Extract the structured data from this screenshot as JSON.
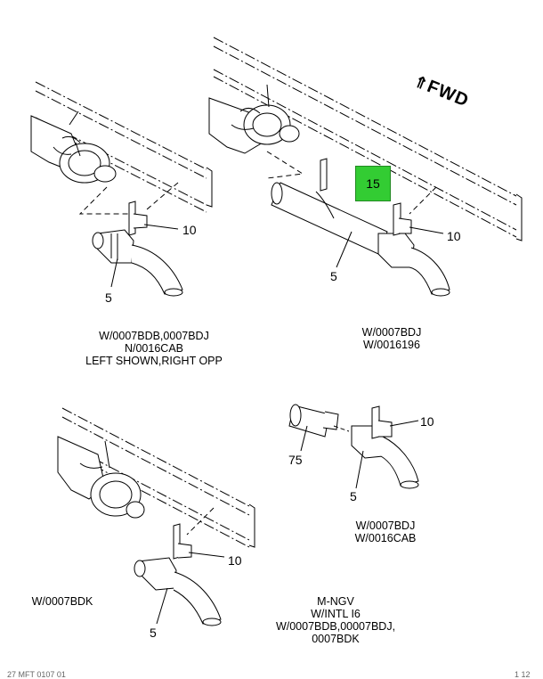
{
  "callouts": {
    "p1_10": "10",
    "p1_5": "5",
    "p2_15": "15",
    "p2_10": "10",
    "p2_5": "5",
    "p3_10": "10",
    "p3_75": "75",
    "p3_5": "5",
    "p4_10": "10",
    "p4_5": "5"
  },
  "orientation": {
    "label": "FWD",
    "arrow": "⇑"
  },
  "captions": {
    "panel1": [
      "W/0007BDB,0007BDJ",
      "N/0016CAB",
      "LEFT SHOWN,RIGHT OPP"
    ],
    "panel2": [
      "W/0007BDJ",
      "W/0016196"
    ],
    "panel3": [
      "W/0007BDJ",
      "W/0016CAB"
    ],
    "panel4": [
      "W/0007BDK"
    ],
    "general": [
      "M-NGV",
      "W/INTL I6",
      "W/0007BDB,00007BDJ,",
      "0007BDK"
    ]
  },
  "highlight_color": "#33cc33",
  "footer": {
    "left": "27 MFT 0107 01",
    "right": "1 12"
  }
}
